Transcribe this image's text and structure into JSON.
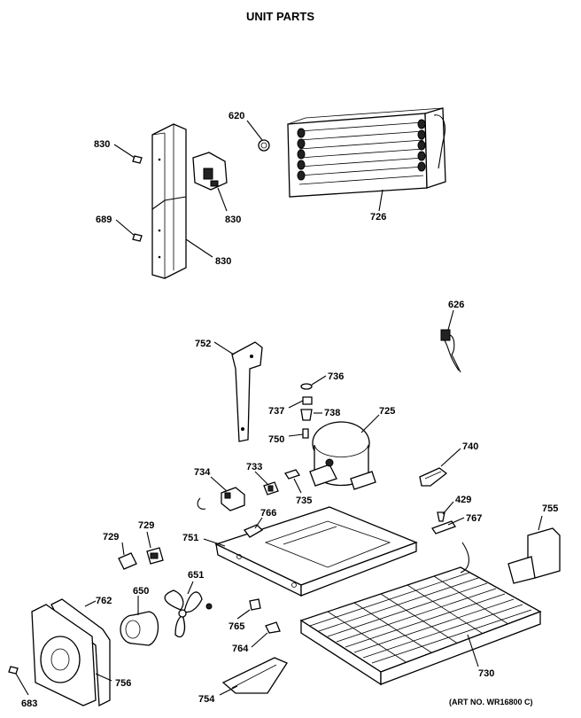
{
  "title": "UNIT PARTS",
  "art_no": "(ART NO. WR16800 C)",
  "labels": {
    "p830a": "830",
    "p689": "689",
    "p620": "620",
    "p830b": "830",
    "p830c": "830",
    "p726": "726",
    "p626": "626",
    "p752": "752",
    "p736": "736",
    "p737": "737",
    "p738": "738",
    "p725": "725",
    "p750": "750",
    "p740": "740",
    "p734": "734",
    "p733": "733",
    "p735": "735",
    "p429": "429",
    "p767": "767",
    "p755": "755",
    "p766": "766",
    "p729a": "729",
    "p729b": "729",
    "p751": "751",
    "p651": "651",
    "p762": "762",
    "p650": "650",
    "p765": "765",
    "p764": "764",
    "p730": "730",
    "p756": "756",
    "p754": "754",
    "p683": "683"
  }
}
